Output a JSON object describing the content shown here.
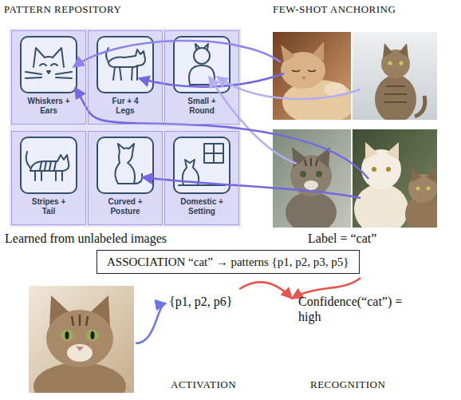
{
  "diagram": {
    "nodes": [
      {
        "text": [
          "Whiskers + Ears"
        ]
      },
      {
        "text": [
          "Fur + 4 Legs"
        ]
      },
      {
        "text": [
          "Small + Round"
        ]
      },
      {
        "text": [
          "Stripes + Tail"
        ]
      },
      {
        "text": [
          "Curved + Posture"
        ]
      },
      {
        "text": [
          "Domestic + Setting"
        ]
      },
      {
        "text": [
          "ASSOCIATION “cat” → patterns {p1, p2, p3, p5}"
        ]
      }
    ],
    "labels": [
      "PATTERN REPOSITORY",
      "FEW-SHOT ANCHORING",
      "Learned from unlabeled images",
      "Label = “cat”",
      "{p1, p2, p6}",
      "Confidence(“cat”) = high",
      "ACTIVATION",
      "RECOGNITION"
    ]
  }
}
